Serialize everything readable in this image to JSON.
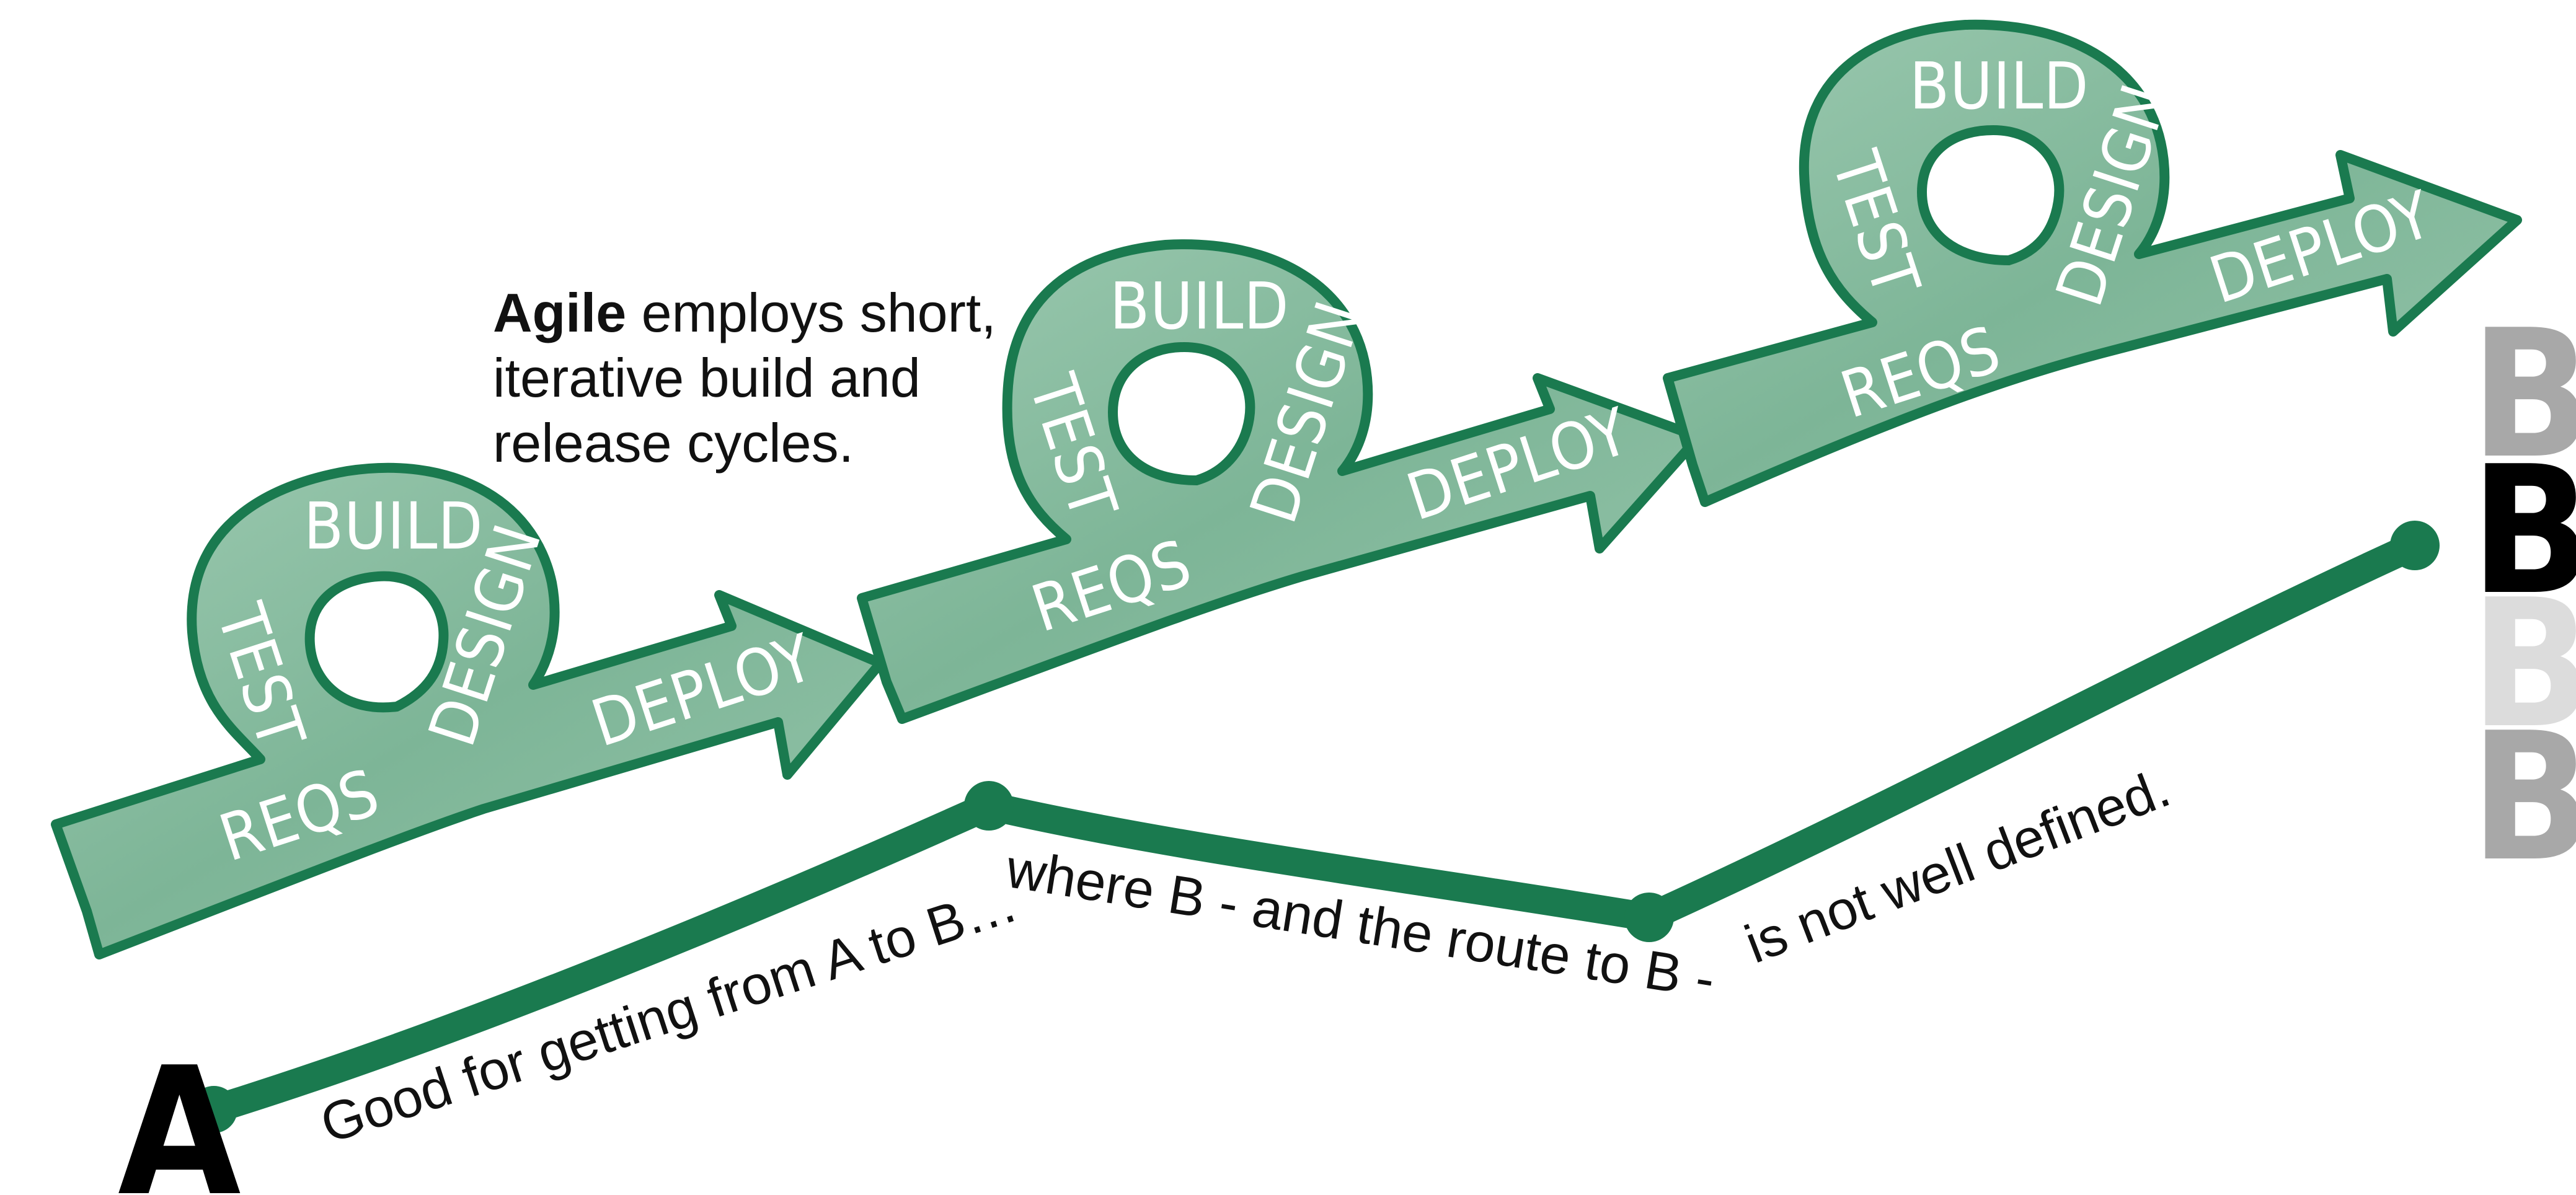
{
  "colors": {
    "arrow_fill": "#7fb69a",
    "arrow_fill_light": "#a9cfba",
    "arrow_stroke": "#1a7a4f",
    "route_line": "#1a7a4f",
    "text": "#111111",
    "b_shades": [
      "#a8a8a8",
      "#000000",
      "#dcdcdc",
      "#a8a8a8"
    ]
  },
  "intro": {
    "strong": "Agile",
    "line1_rest": " employs short,",
    "line2": "iterative build and",
    "line3": "release cycles."
  },
  "cycles": [
    {
      "build": "BUILD",
      "test": "TEST",
      "design": "DESIGN",
      "reqs": "REQS",
      "deploy": "DEPLOY"
    },
    {
      "build": "BUILD",
      "test": "TEST",
      "design": "DESIGN",
      "reqs": "REQS",
      "deploy": "DEPLOY"
    },
    {
      "build": "BUILD",
      "test": "TEST",
      "design": "DESIGN",
      "reqs": "REQS",
      "deploy": "DEPLOY"
    }
  ],
  "route": {
    "start_letter": "A",
    "end_letters": [
      "B",
      "B",
      "B",
      "B"
    ],
    "caption_part1": "Good for getting from A to B…",
    "caption_part2": "where B - and the route to B -",
    "caption_part3": "is not well defined."
  }
}
